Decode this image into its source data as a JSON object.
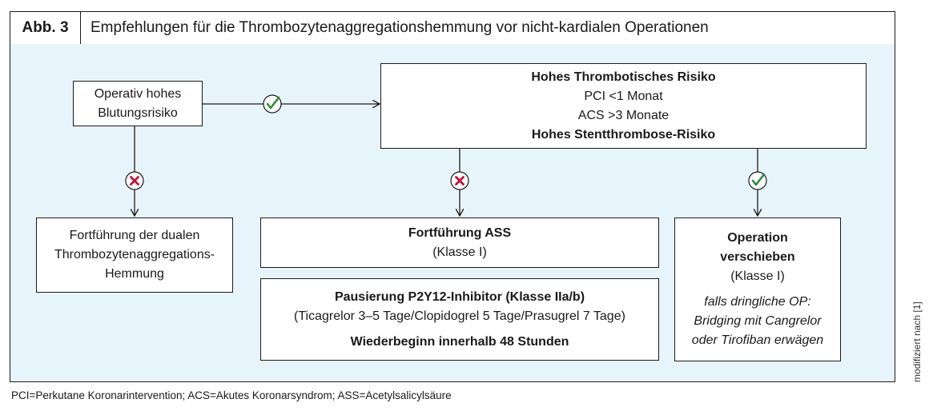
{
  "figure": {
    "label": "Abb. 3",
    "title": "Empfehlungen für die Thrombozytenaggregationshemmung vor nicht-kardialen Operationen"
  },
  "boxes": {
    "bleeding_risk": [
      "Operativ hohes",
      "Blutungsrisiko"
    ],
    "thrombotic_risk": {
      "heading": "Hohes Thrombotisches Risiko",
      "line1": "PCI <1 Monat",
      "line2": "ACS >3 Monate",
      "heading2": "Hohes Stentthrombose-Risiko"
    },
    "continue_dapt": [
      "Fortführung der dualen",
      "Thrombozytenaggregations-",
      "Hemmung"
    ],
    "continue_ass": {
      "heading": "Fortführung ASS",
      "class": "(Klasse I)"
    },
    "pause_p2y12": {
      "heading": "Pausierung P2Y12-Inhibitor (Klasse IIa/b)",
      "detail": "(Ticagrelor 3–5 Tage/Clopidogrel 5 Tage/Prasugrel 7 Tage)",
      "restart": "Wiederbeginn innerhalb 48 Stunden"
    },
    "postpone": {
      "heading1": "Operation",
      "heading2": "verschieben",
      "class": "(Klasse I)",
      "note1": "falls dringliche OP:",
      "note2": "Bridging mit Cangrelor",
      "note3": "oder Tirofiban erwägen"
    }
  },
  "icons": {
    "yes": "check-icon",
    "no": "cross-icon",
    "yes_color": "#2e8b3a",
    "no_color": "#c4123a"
  },
  "footnote": "PCI=Perkutane Koronarintervention; ACS=Akutes Koronarsyndrom; ASS=Acetylsalicylsäure",
  "source": "modifiziert nach [1]"
}
